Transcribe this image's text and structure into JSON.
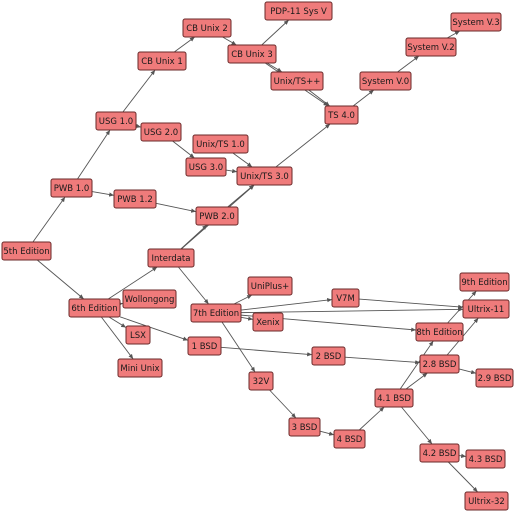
{
  "colors": {
    "node_fill": "#ef7b7b",
    "node_border": "#6a2a2a",
    "edge": "#555555"
  },
  "nodes": [
    {
      "id": "5th",
      "label": "5th Edition"
    },
    {
      "id": "pwb10",
      "label": "PWB 1.0"
    },
    {
      "id": "usg10",
      "label": "USG 1.0"
    },
    {
      "id": "cb1",
      "label": "CB Unix 1"
    },
    {
      "id": "cb2",
      "label": "CB Unix 2"
    },
    {
      "id": "cb3",
      "label": "CB Unix 3"
    },
    {
      "id": "pdp",
      "label": "PDP-11 Sys V"
    },
    {
      "id": "utspp",
      "label": "Unix/TS++"
    },
    {
      "id": "ts40",
      "label": "TS 4.0"
    },
    {
      "id": "sv0",
      "label": "System V.0"
    },
    {
      "id": "sv2",
      "label": "System V.2"
    },
    {
      "id": "sv3",
      "label": "System V.3"
    },
    {
      "id": "usg20",
      "label": "USG 2.0"
    },
    {
      "id": "uts10",
      "label": "Unix/TS 1.0"
    },
    {
      "id": "usg30",
      "label": "USG 3.0"
    },
    {
      "id": "uts30",
      "label": "Unix/TS 3.0"
    },
    {
      "id": "pwb12",
      "label": "PWB 1.2"
    },
    {
      "id": "pwb20",
      "label": "PWB 2.0"
    },
    {
      "id": "interdata",
      "label": "Interdata"
    },
    {
      "id": "6th",
      "label": "6th Edition"
    },
    {
      "id": "wollongong",
      "label": "Wollongong"
    },
    {
      "id": "lsx",
      "label": "LSX"
    },
    {
      "id": "mini",
      "label": "Mini Unix"
    },
    {
      "id": "7th",
      "label": "7th Edition"
    },
    {
      "id": "uniplus",
      "label": "UniPlus+"
    },
    {
      "id": "xenix",
      "label": "Xenix"
    },
    {
      "id": "v7m",
      "label": "V7M"
    },
    {
      "id": "bsd1",
      "label": "1 BSD"
    },
    {
      "id": "bsd2",
      "label": "2 BSD"
    },
    {
      "id": "32v",
      "label": "32V"
    },
    {
      "id": "bsd3",
      "label": "3 BSD"
    },
    {
      "id": "bsd4",
      "label": "4 BSD"
    },
    {
      "id": "bsd41",
      "label": "4.1 BSD"
    },
    {
      "id": "bsd28",
      "label": "2.8 BSD"
    },
    {
      "id": "bsd29",
      "label": "2.9 BSD"
    },
    {
      "id": "8th",
      "label": "8th Edition"
    },
    {
      "id": "9th",
      "label": "9th Edition"
    },
    {
      "id": "ultrix11",
      "label": "Ultrix-11"
    },
    {
      "id": "bsd42",
      "label": "4.2 BSD"
    },
    {
      "id": "bsd43",
      "label": "4.3 BSD"
    },
    {
      "id": "ultrix32",
      "label": "Ultrix-32"
    }
  ],
  "edges": [
    [
      "5th",
      "pwb10"
    ],
    [
      "5th",
      "6th"
    ],
    [
      "pwb10",
      "usg10"
    ],
    [
      "pwb10",
      "pwb12"
    ],
    [
      "usg10",
      "cb1"
    ],
    [
      "usg10",
      "usg20"
    ],
    [
      "cb1",
      "cb2"
    ],
    [
      "cb2",
      "cb3"
    ],
    [
      "cb3",
      "pdp"
    ],
    [
      "cb3",
      "utspp"
    ],
    [
      "cb3",
      "ts40"
    ],
    [
      "utspp",
      "ts40"
    ],
    [
      "ts40",
      "sv0"
    ],
    [
      "sv0",
      "sv2"
    ],
    [
      "sv2",
      "sv3"
    ],
    [
      "usg20",
      "usg30"
    ],
    [
      "uts10",
      "uts30"
    ],
    [
      "usg30",
      "uts30"
    ],
    [
      "uts30",
      "ts40"
    ],
    [
      "pwb12",
      "pwb20"
    ],
    [
      "pwb20",
      "uts30"
    ],
    [
      "6th",
      "interdata"
    ],
    [
      "6th",
      "wollongong"
    ],
    [
      "6th",
      "lsx"
    ],
    [
      "6th",
      "mini"
    ],
    [
      "6th",
      "bsd1"
    ],
    [
      "interdata",
      "pwb20"
    ],
    [
      "interdata",
      "uts30"
    ],
    [
      "interdata",
      "7th"
    ],
    [
      "7th",
      "uniplus"
    ],
    [
      "7th",
      "xenix"
    ],
    [
      "7th",
      "v7m"
    ],
    [
      "7th",
      "32v"
    ],
    [
      "7th",
      "8th"
    ],
    [
      "7th",
      "ultrix11"
    ],
    [
      "v7m",
      "ultrix11"
    ],
    [
      "bsd1",
      "bsd2"
    ],
    [
      "bsd2",
      "bsd28"
    ],
    [
      "32v",
      "bsd3"
    ],
    [
      "bsd3",
      "bsd4"
    ],
    [
      "bsd4",
      "bsd41"
    ],
    [
      "bsd41",
      "8th"
    ],
    [
      "bsd41",
      "bsd28"
    ],
    [
      "bsd41",
      "bsd42"
    ],
    [
      "bsd28",
      "bsd29"
    ],
    [
      "bsd28",
      "ultrix11"
    ],
    [
      "8th",
      "9th"
    ],
    [
      "bsd42",
      "bsd43"
    ],
    [
      "bsd42",
      "ultrix32"
    ]
  ]
}
